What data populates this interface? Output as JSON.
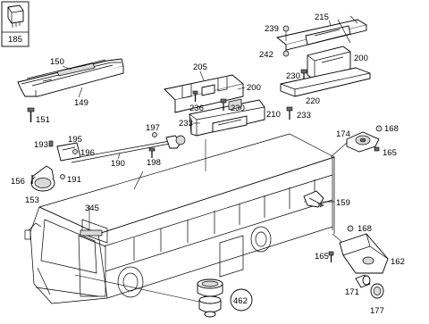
{
  "labels": {
    "p185": "185",
    "p150": "150",
    "p149": "149",
    "p151": "151",
    "p205": "205",
    "p200a": "200",
    "p236": "236",
    "p230a": "230",
    "p210": "210",
    "p233a": "233",
    "p215": "215",
    "p239": "239",
    "p242": "242",
    "p200b": "200",
    "p230b": "230",
    "p220": "220",
    "p233b": "233",
    "p197": "197",
    "p198": "198",
    "p193": "193",
    "p195": "195",
    "p196": "196",
    "p190": "190",
    "p156": "156",
    "p191": "191",
    "p153": "153",
    "p345": "345",
    "p174": "174",
    "p168a": "168",
    "p165a": "165",
    "p159": "159",
    "p168b": "168",
    "p165b": "165",
    "p162": "162",
    "p171": "171",
    "p177": "177",
    "p462": "462"
  }
}
